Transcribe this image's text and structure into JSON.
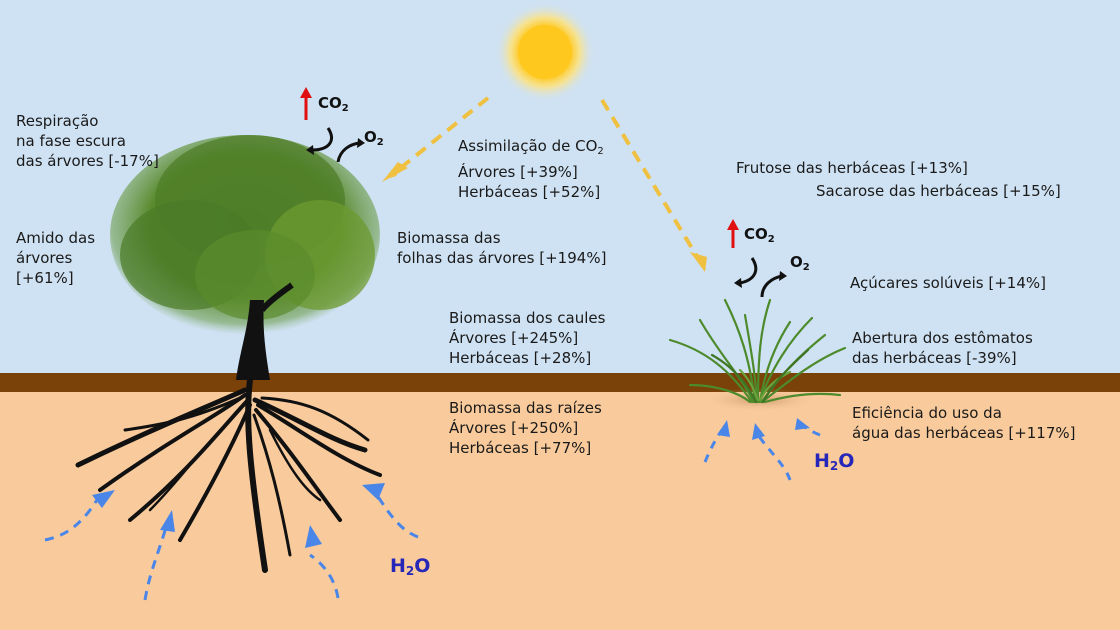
{
  "colors": {
    "sky": "#cfe2f3",
    "soil_band": "#7a4208",
    "soil": "#f9cb9c",
    "sun": "#ffc81e",
    "sunlight_arrow": "#f0c040",
    "water_arrow": "#4a86e8",
    "co2_arrow": "#e01010",
    "h2o_text": "#2626b8"
  },
  "labels": {
    "respiration": {
      "line1": "Respiração",
      "line2": "na fase escura",
      "line3": "das árvores [-17%]"
    },
    "starch": {
      "line1": "Amido das",
      "line2": "árvores",
      "line3": "[+61%]"
    },
    "co2_assimilation": {
      "title_prefix": "Assimilação de CO",
      "title_sub": "2",
      "trees": "Árvores [+39%]",
      "herbs": "Herbáceas [+52%]"
    },
    "leaf_biomass": {
      "line1": "Biomassa das",
      "line2": "folhas das árvores [+194%]"
    },
    "stem_biomass": {
      "title": "Biomassa dos caules",
      "trees": "Árvores [+245%]",
      "herbs": "Herbáceas [+28%]"
    },
    "root_biomass": {
      "title": "Biomassa das raízes",
      "trees": "Árvores [+250%]",
      "herbs": "Herbáceas [+77%]"
    },
    "fructose": "Frutose das herbáceas [+13%]",
    "sucrose": "Sacarose das herbáceas [+15%]",
    "soluble_sugars": "Açúcares solúveis [+14%]",
    "stomata": {
      "line1": "Abertura dos estômatos",
      "line2": "das herbáceas [-39%]"
    },
    "water_efficiency": {
      "line1": "Eficiência do uso da",
      "line2": "água das herbáceas [+117%]"
    }
  },
  "chemicals": {
    "co2_main": "CO",
    "co2_sub": "2",
    "o2_main": "O",
    "o2_sub": "2",
    "h2o_main_h": "H",
    "h2o_sub": "2",
    "h2o_main_o": "O"
  }
}
